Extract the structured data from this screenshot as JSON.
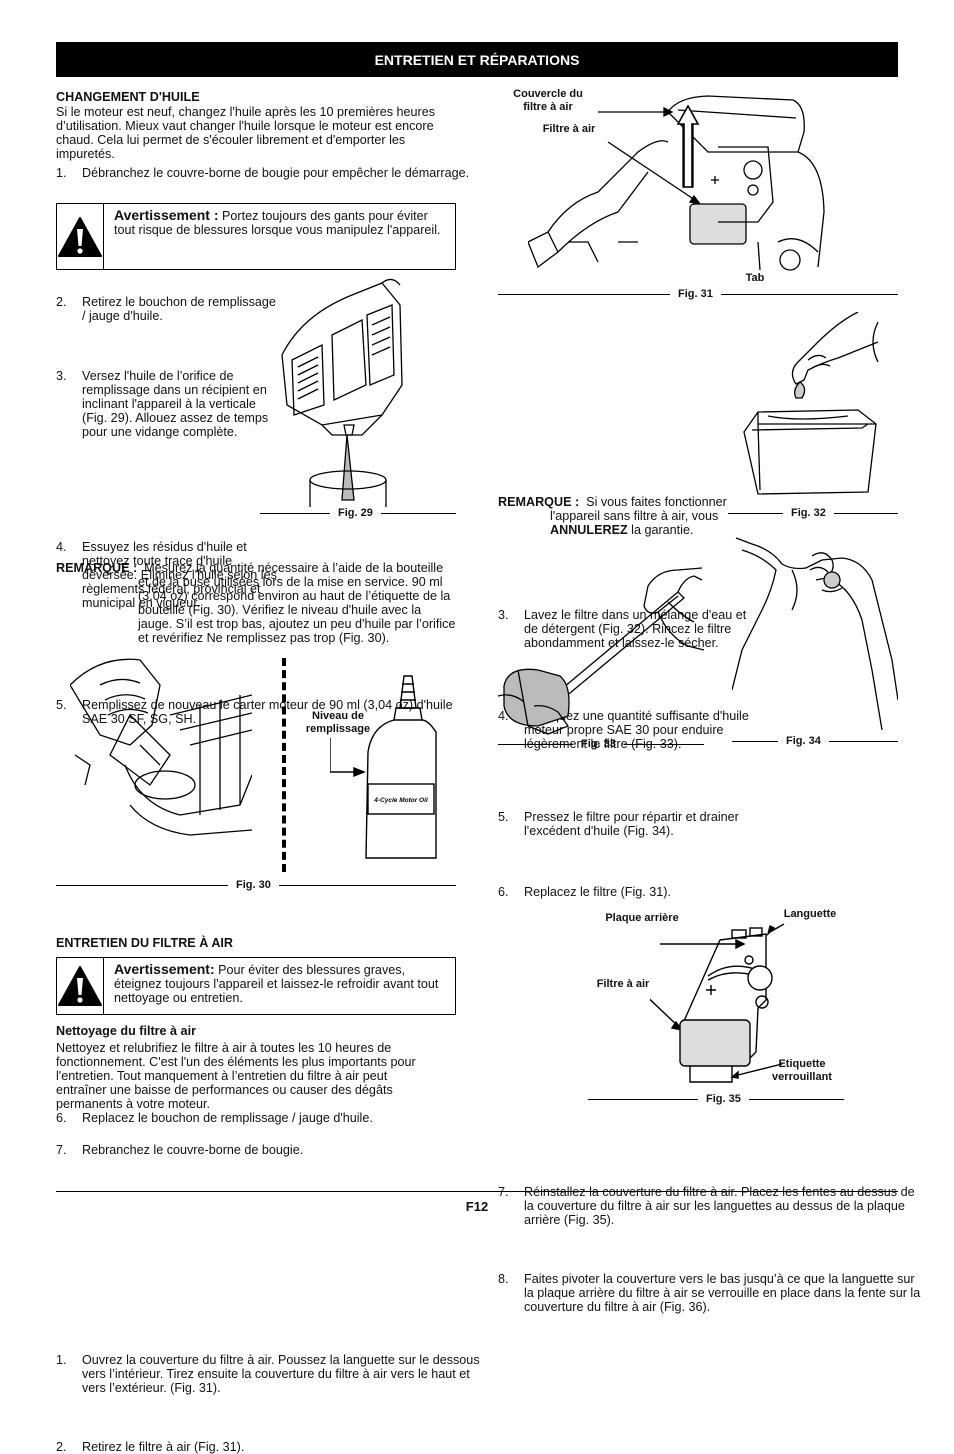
{
  "header": {
    "title": "ENTRETIEN ET RÉPARATIONS"
  },
  "oil": {
    "title": "CHANGEMENT D'HUILE",
    "intro": "Si le moteur est neuf, changez l'huile après les 10 premières heures d’utilisation. Mieux vaut changer l'huile lorsque le moteur est encore chaud. Cela lui permet de s'écouler librement et d'emporter les impuretés.",
    "step1": {
      "num": "1.",
      "text": "Débranchez le couvre-borne de bougie pour empêcher le démarrage."
    },
    "warning": {
      "title": "Avertissement :",
      "text": "Portez toujours des gants pour éviter tout risque de blessures lorsque vous manipulez l'appareil."
    },
    "step2": {
      "num": "2.",
      "text": "Retirez le bouchon de remplissage / jauge d'huile."
    },
    "step3": {
      "num": "3.",
      "text": "Versez l'huile de l’orifice de remplissage dans un récipient en inclinant l'appareil à la verticale (Fig. 29). Allouez assez de temps pour une vidange complète."
    },
    "step4": {
      "num": "4.",
      "text": "Essuyez les résidus d'huile et nettoyez toute trace d'huile déversée. Eliminez l'huile selon les règlements fédéral, provincial et municipal en vigueur."
    },
    "step5": {
      "num": "5.",
      "text": "Remplissez de nouveau le carter moteur de 90 ml (3,04 oz) d'huile SAE 30 SF, SG, SH."
    },
    "remark": {
      "label": "REMARQUE :",
      "text": "Mesurez la quantité nécessaire à l’aide de la bouteille et de la buse utilisées lors de la mise en service. 90 ml (3,04 oz) correspond environ au haut de l’étiquette de la bouteille (Fig. 30). Vérifiez le niveau d'huile avec la jauge. S’il est trop bas, ajoutez un peu d'huile par l’orifice et revérifiez Ne remplissez pas trop (Fig. 30)."
    },
    "fig29": "Fig. 29",
    "fig30": "Fig. 30",
    "fig30_label": "Niveau de remplissage",
    "bottle_text": "4-Cycle Motor Oil",
    "step6": {
      "num": "6.",
      "text": "Replacez le bouchon de remplissage / jauge d'huile."
    },
    "step7": {
      "num": "7.",
      "text": "Rebranchez le couvre-borne de bougie."
    }
  },
  "filter": {
    "title": "ENTRETIEN DU FILTRE À AIR",
    "warning": {
      "title": "Avertissement:",
      "text": "Pour éviter des blessures graves, éteignez toujours l'appareil et laissez-le refroidir avant tout nettoyage ou entretien."
    },
    "subtitle": "Nettoyage du filtre à air",
    "intro": "Nettoyez et relubrifiez le filtre à air à toutes les 10 heures de fonctionnement. C'est l'un des éléments les plus importants pour l'entretien. Tout manquement à l’entretien du filtre à air peut entraîner une baisse de performances ou causer des dégâts permanents à votre moteur.",
    "step1": {
      "num": "1.",
      "text": "Ouvrez la couverture du filtre à air. Poussez la languette sur le dessous vers l’intérieur. Tirez ensuite la couverture du filtre à air vers le haut et vers l’extérieur. (Fig. 31)."
    },
    "step2": {
      "num": "2.",
      "text": "Retirez le filtre à air (Fig. 31)."
    },
    "fig31": {
      "caption": "Fig. 31",
      "cover_label": "Couvercle du filtre à air",
      "filter_label": "Filtre à air",
      "tab_label": "Tab"
    },
    "step3": {
      "num": "3.",
      "text": "Lavez le filtre dans un mélange d'eau et de détergent (Fig. 32). Rincez le filtre abondamment et laissez-le sécher."
    },
    "step4": {
      "num": "4.",
      "text": "Appliquez une quantité suffisante d'huile moteur propre SAE 30 pour enduire légèrement le filtre (Fig. 33)."
    },
    "step5": {
      "num": "5.",
      "text": "Pressez le filtre pour répartir et drainer l'excédent d'huile (Fig. 34)."
    },
    "step6": {
      "num": "6.",
      "text": "Replacez le filtre (Fig. 31)."
    },
    "remark": {
      "label": "REMARQUE :",
      "text1": "Si vous faites fonctionner l'appareil sans filtre à air, vous",
      "bold": "ANNULEREZ",
      "text2": "la garantie."
    },
    "fig32": "Fig. 32",
    "fig33": "Fig. 33",
    "fig34": "Fig. 34",
    "step7": {
      "num": "7.",
      "text": "Réinstallez la couverture du filtre à air. Placez les fentes au dessus de la couverture du filtre à air sur les languettes au dessus de la plaque arrière (Fig. 35)."
    },
    "step8": {
      "num": "8.",
      "text": "Faites pivoter la couverture vers le bas jusqu’à ce que la languette sur la plaque arrière du filtre à air se verrouille en place dans la fente sur la couverture du filtre à air (Fig. 36)."
    },
    "fig35": {
      "caption": "Fig. 35",
      "back_plate": "Plaque arrière",
      "tongue": "Languette",
      "filter": "Filtre à air",
      "lock_label": "Etiquette verrouillant"
    }
  },
  "footer": {
    "page": "F12"
  }
}
